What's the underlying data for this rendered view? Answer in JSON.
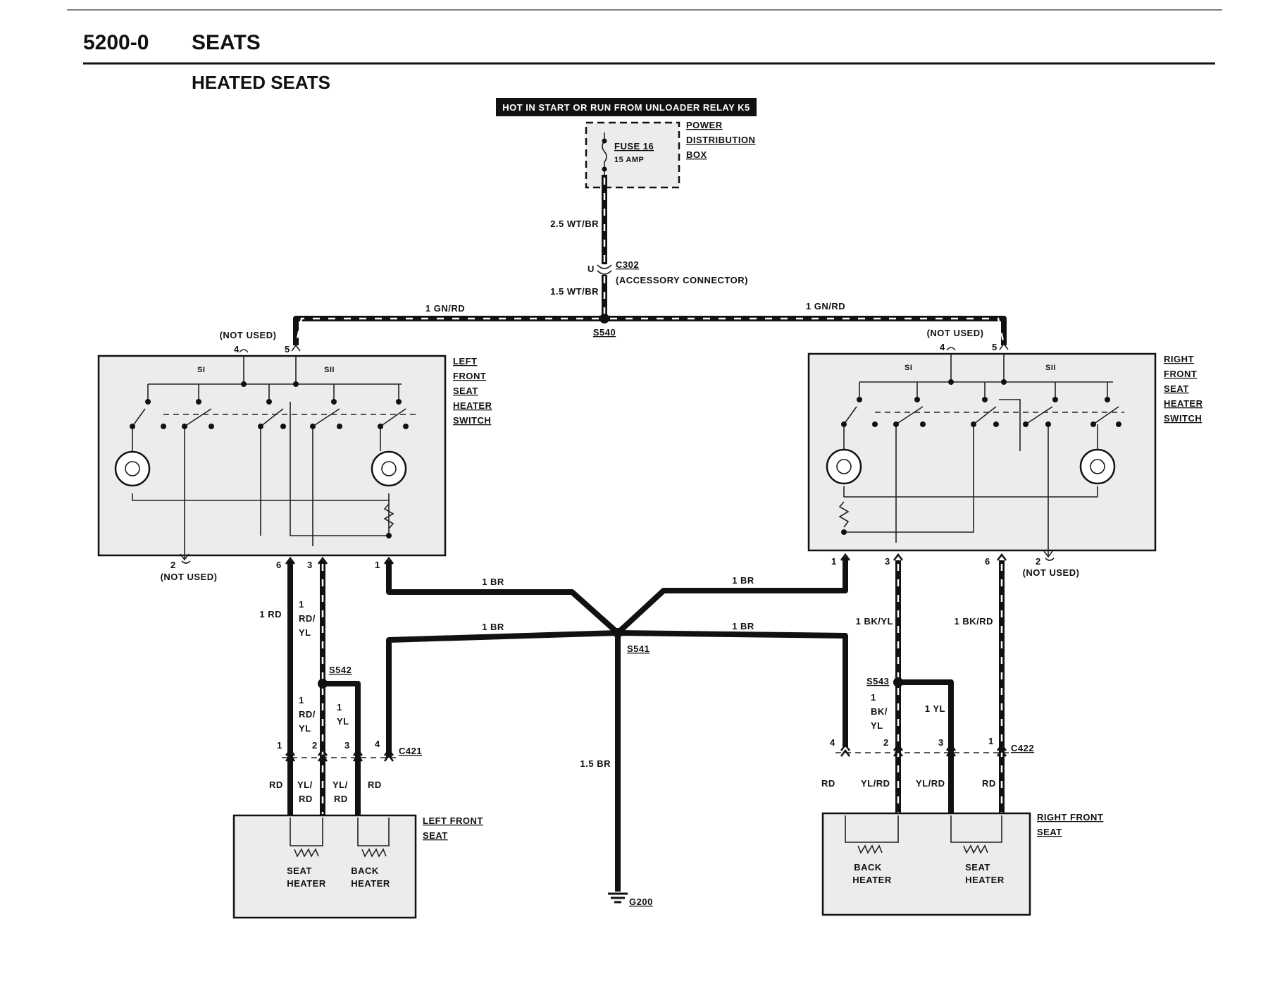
{
  "header": {
    "section": "5200-0",
    "title": "SEATS",
    "subtitle": "HEATED SEATS"
  },
  "power": {
    "banner": "HOT IN START OR RUN FROM UNLOADER RELAY K5",
    "fuse": "FUSE 16",
    "fuse_rating": "15 AMP",
    "pdb": [
      "POWER",
      "DISTRIBUTION",
      "BOX"
    ]
  },
  "wires": {
    "w_fuse": "2.5 WT/BR",
    "conn_pin": "U",
    "c302": "C302",
    "c302_desc": "(ACCESSORY CONNECTOR)",
    "w_s540": "1.5 WT/BR",
    "s540": "S540",
    "gnrd_left": "1 GN/RD",
    "gnrd_right": "1 GN/RD",
    "br_top_left": "1 BR",
    "br_top_right": "1 BR",
    "br_bot_left": "1 BR",
    "br_bot_right": "1 BR",
    "s541": "S541",
    "br_ground": "1.5 BR",
    "g200": "G200"
  },
  "left_switch": {
    "label": [
      "LEFT",
      "FRONT",
      "SEAT",
      "HEATER",
      "SWITCH"
    ],
    "not_used_top": "(NOT USED)",
    "pin4": "4",
    "pin5": "5",
    "pos1": "SI",
    "pos2": "SII",
    "pin2": "2",
    "not_used_bottom": "(NOT USED)",
    "pin6": "6",
    "pin3": "3",
    "pin1": "1"
  },
  "right_switch": {
    "label": [
      "RIGHT",
      "FRONT",
      "SEAT",
      "HEATER",
      "SWITCH"
    ],
    "not_used_top": "(NOT USED)",
    "pin4": "4",
    "pin5": "5",
    "pos1": "SI",
    "pos2": "SII",
    "pin1": "1",
    "pin3": "3",
    "pin6": "6",
    "pin2": "2",
    "not_used_bottom": "(NOT USED)"
  },
  "left_wires": {
    "rd": "1 RD",
    "rdyl_top": [
      "1",
      "RD/",
      "YL"
    ],
    "s542": "S542",
    "rdyl_bottom": [
      "1",
      "RD/",
      "YL"
    ],
    "yl": [
      "1",
      "YL"
    ],
    "c421": "C421",
    "pins": [
      "1",
      "2",
      "3",
      "4"
    ],
    "seat_colors": [
      "RD",
      "YL/",
      "RD",
      "YL/",
      "RD",
      "RD"
    ]
  },
  "right_wires": {
    "bkyl": "1 BK/YL",
    "bkrd": "1 BK/RD",
    "s543": "S543",
    "bkyl_bottom": [
      "1",
      "BK/",
      "YL"
    ],
    "yl": "1 YL",
    "c422": "C422",
    "pins": [
      "4",
      "2",
      "3",
      "1"
    ],
    "seat_colors": [
      "RD",
      "YL/RD",
      "YL/RD",
      "RD"
    ]
  },
  "left_seat": {
    "label": [
      "LEFT FRONT",
      "SEAT"
    ],
    "heater1": [
      "SEAT",
      "HEATER"
    ],
    "heater2": [
      "BACK",
      "HEATER"
    ]
  },
  "right_seat": {
    "label": [
      "RIGHT FRONT",
      "SEAT"
    ],
    "heater1": [
      "BACK",
      "HEATER"
    ],
    "heater2": [
      "SEAT",
      "HEATER"
    ]
  }
}
